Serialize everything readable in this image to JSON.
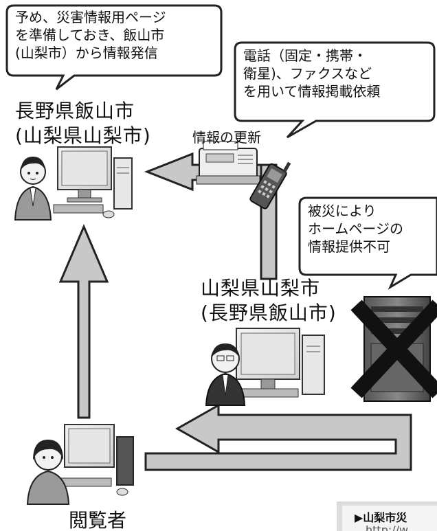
{
  "bubbles": {
    "top_left": [
      "予め、災害情報用ページ",
      "を準備しておき、飯山市",
      "(山梨市）から情報発信"
    ],
    "top_right": [
      "電話（固定・携帯・",
      "衛星)、ファクスなど",
      "を用いて情報掲載依頼"
    ],
    "right": [
      "被災により",
      "ホームページの",
      "情報提供不可"
    ]
  },
  "labels": {
    "primary_city": [
      "長野県飯山市",
      "(山梨県山梨市)"
    ],
    "secondary_city": [
      "山梨県山梨市",
      "(長野県飯山市)"
    ],
    "update": "情報の更新",
    "viewer": "閲覧者"
  },
  "footer_note": {
    "line1": "▶山梨市災",
    "line2": "http://w"
  },
  "colors": {
    "arrow_fill": "#c8c8c8",
    "stroke": "#222222"
  }
}
